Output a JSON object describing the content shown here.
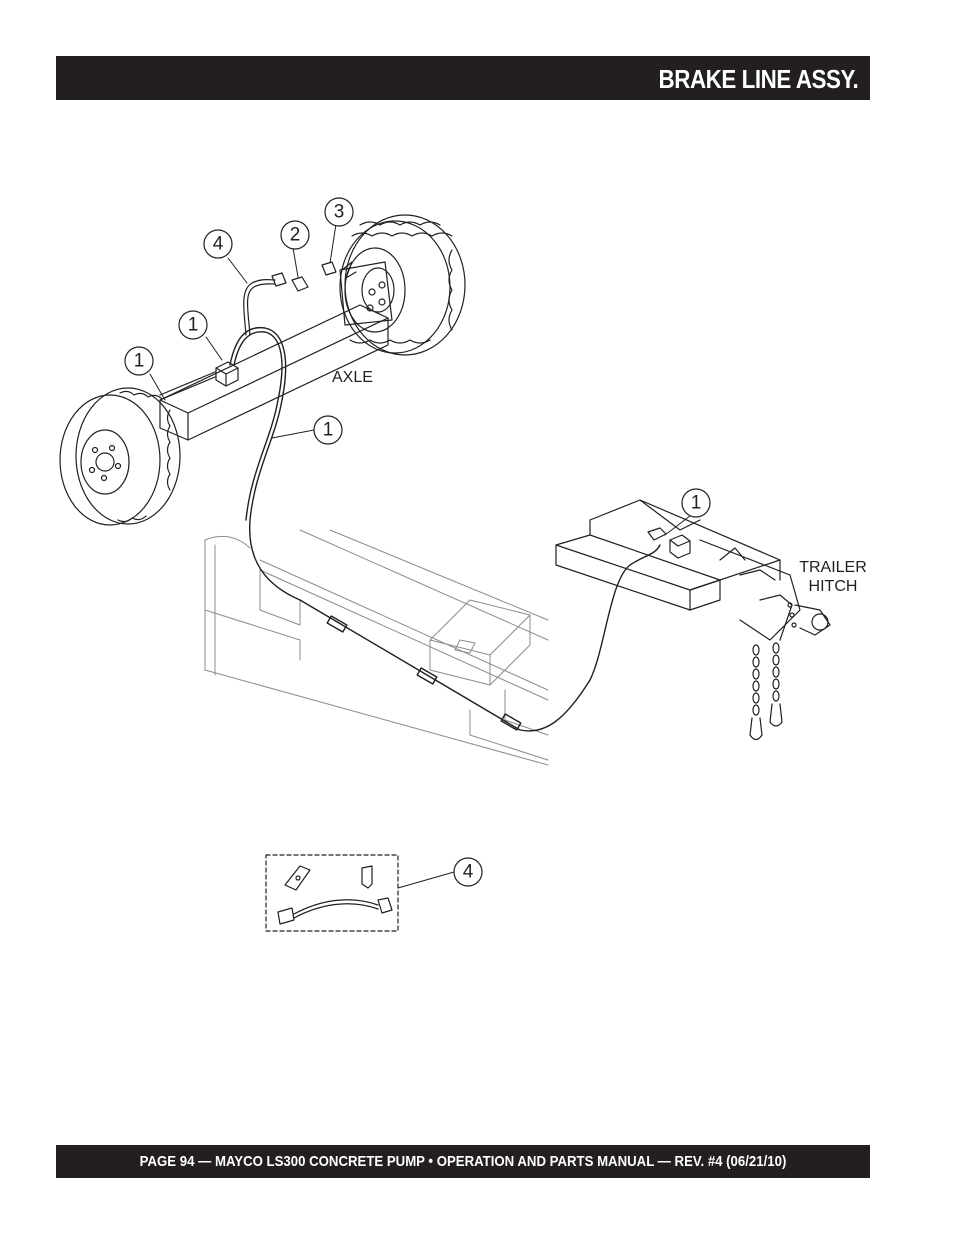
{
  "header": {
    "title": "BRAKE LINE ASSY."
  },
  "footer": {
    "text": "PAGE 94 — MAYCO LS300 CONCRETE PUMP • OPERATION AND PARTS MANUAL — REV. #4 (06/21/10)"
  },
  "labels": {
    "axle": "AXLE",
    "trailer_hitch_line1": "TRAILER",
    "trailer_hitch_line2": "HITCH"
  },
  "callouts": {
    "c1a": "1",
    "c1b": "1",
    "c1c": "1",
    "c1d": "1",
    "c2": "2",
    "c3": "3",
    "c4a": "4",
    "c4b": "4"
  },
  "colors": {
    "bar": "#231f20",
    "line": "#231f20",
    "ghost": "#9a9a9a"
  }
}
